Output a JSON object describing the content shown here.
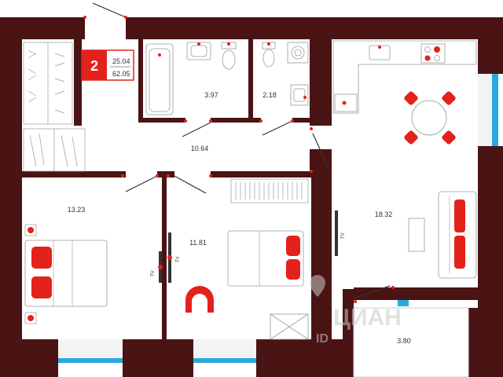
{
  "badge": {
    "rooms": "2",
    "living_area": "25.04",
    "total_area": "62.05"
  },
  "rooms": {
    "bath": "3.97",
    "wc": "2.18",
    "hall": "10.64",
    "bedroom_left": "13.23",
    "bedroom_mid": "11.81",
    "living": "18.32",
    "balcony": "3.80"
  },
  "tv_labels": {
    "left": "TV",
    "mid": "TV",
    "right": "TV"
  },
  "watermark": {
    "brand": "ЦИАН",
    "suffix": "ID"
  },
  "colors": {
    "wall": "#4a1414",
    "accent": "#e3221c",
    "window": "#2aa8e0",
    "line": "#9a9a9a",
    "floor": "#ffffff"
  }
}
